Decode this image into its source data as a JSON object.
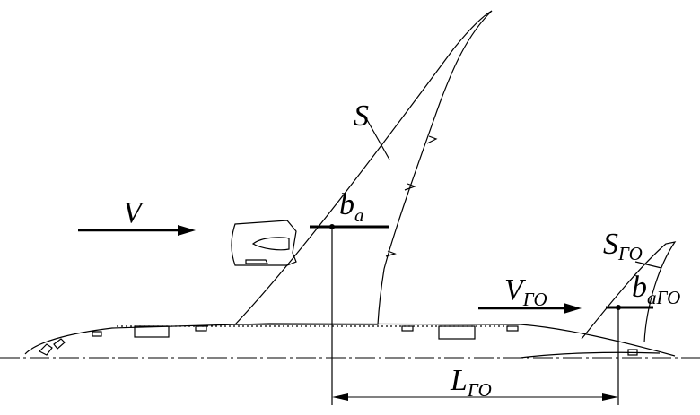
{
  "labels": {
    "velocity": "V",
    "velocity_tail_main": "V",
    "velocity_tail_sub": "ГО",
    "wing_area": "S",
    "tail_area_main": "S",
    "tail_area_sub": "ГО",
    "wing_chord_main": "b",
    "wing_chord_sub": "a",
    "tail_chord_main": "b",
    "tail_chord_sub": "aГО",
    "tail_arm_main": "L",
    "tail_arm_sub": "ГО"
  },
  "colors": {
    "stroke": "#000000",
    "background": "#ffffff"
  }
}
